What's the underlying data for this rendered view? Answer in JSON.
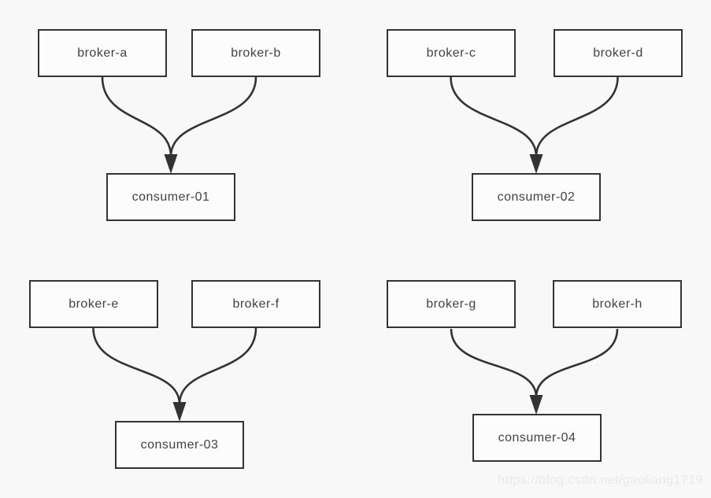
{
  "diagram": {
    "groups": [
      {
        "brokers": [
          {
            "label": "broker-a"
          },
          {
            "label": "broker-b"
          }
        ],
        "consumer": {
          "label": "consumer-01"
        }
      },
      {
        "brokers": [
          {
            "label": "broker-c"
          },
          {
            "label": "broker-d"
          }
        ],
        "consumer": {
          "label": "consumer-02"
        }
      },
      {
        "brokers": [
          {
            "label": "broker-e"
          },
          {
            "label": "broker-f"
          }
        ],
        "consumer": {
          "label": "consumer-03"
        }
      },
      {
        "brokers": [
          {
            "label": "broker-g"
          },
          {
            "label": "broker-h"
          }
        ],
        "consumer": {
          "label": "consumer-04"
        }
      }
    ],
    "edges": [
      {
        "from": "broker-a",
        "to": "consumer-01"
      },
      {
        "from": "broker-b",
        "to": "consumer-01"
      },
      {
        "from": "broker-c",
        "to": "consumer-02"
      },
      {
        "from": "broker-d",
        "to": "consumer-02"
      },
      {
        "from": "broker-e",
        "to": "consumer-03"
      },
      {
        "from": "broker-f",
        "to": "consumer-03"
      },
      {
        "from": "broker-g",
        "to": "consumer-04"
      },
      {
        "from": "broker-h",
        "to": "consumer-04"
      }
    ],
    "colors": {
      "background": "#f8f8f8",
      "box_fill": "#fcfcfc",
      "line": "#333333",
      "text": "#424242",
      "watermark": "#e9e9e9"
    }
  },
  "watermark": {
    "text": "https://blog.csdn.net/gaoliang1719"
  }
}
